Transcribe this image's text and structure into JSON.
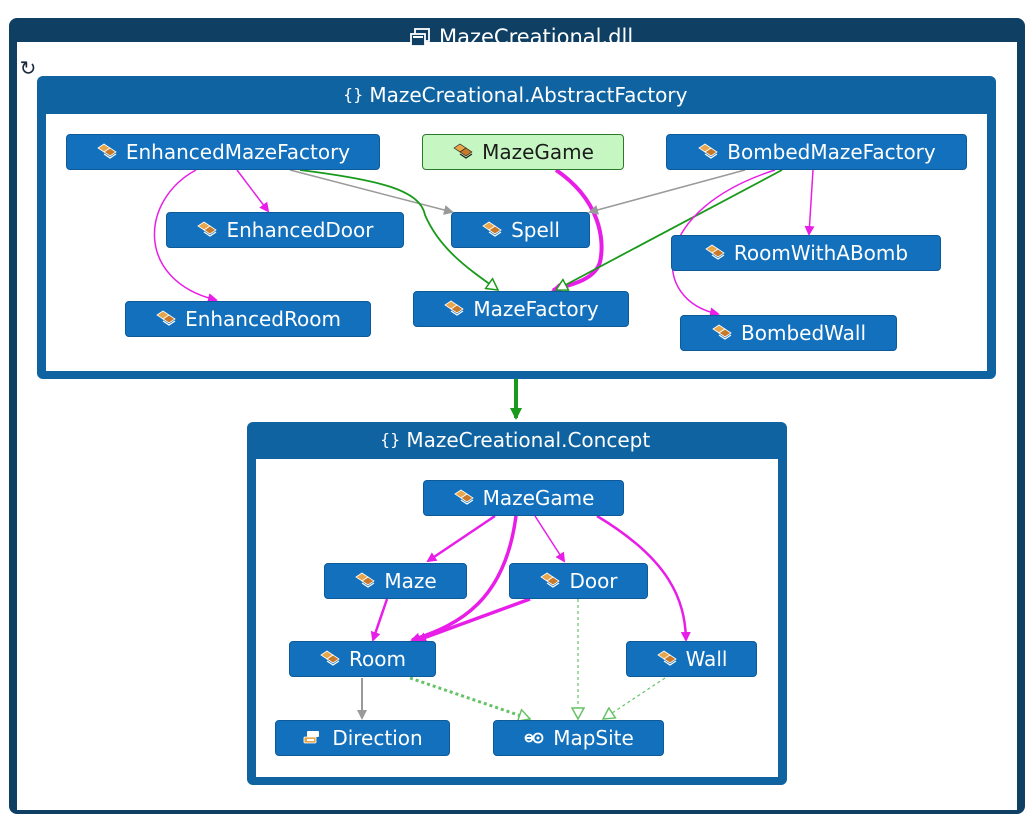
{
  "assembly": {
    "title": "MazeCreational.dll"
  },
  "namespaces": {
    "abstract_factory": {
      "title": "MazeCreational.AbstractFactory",
      "nodes": {
        "enhanced_maze_factory": "EnhancedMazeFactory",
        "maze_game": "MazeGame",
        "bombed_maze_factory": "BombedMazeFactory",
        "enhanced_door": "EnhancedDoor",
        "spell": "Spell",
        "room_with_a_bomb": "RoomWithABomb",
        "enhanced_room": "EnhancedRoom",
        "maze_factory": "MazeFactory",
        "bombed_wall": "BombedWall"
      }
    },
    "concept": {
      "title": "MazeCreational.Concept",
      "nodes": {
        "maze_game": "MazeGame",
        "maze": "Maze",
        "door": "Door",
        "room": "Room",
        "wall": "Wall",
        "direction": "Direction",
        "map_site": "MapSite"
      }
    }
  },
  "colors": {
    "frame": "#0f3f63",
    "namespace": "#0f63a0",
    "node": "#1370bd",
    "highlight_node": "#c6f7c3",
    "association_edge": "#e81ee8",
    "inheritance_edge": "#1a9a1a",
    "usage_edge": "#9a9a9a",
    "interface_edge": "#66c266"
  },
  "icons": {
    "assembly": "assembly-icon",
    "namespace": "namespace-braces-icon",
    "class": "class-icon",
    "enum": "enum-icon",
    "interface": "interface-icon",
    "refresh": "refresh-icon"
  }
}
